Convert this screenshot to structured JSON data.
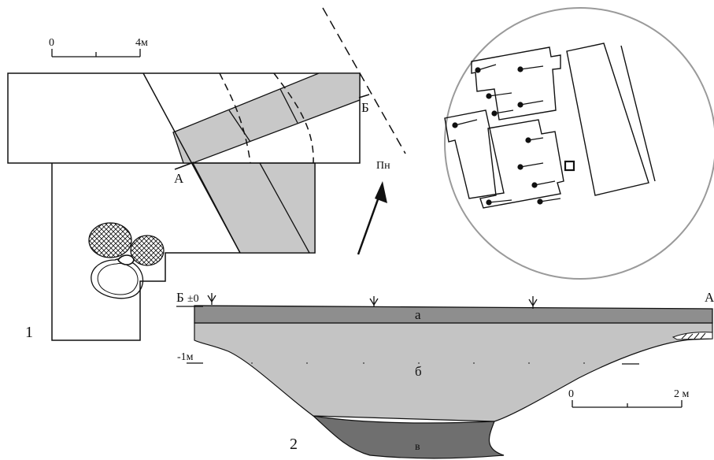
{
  "figure_number_1": "1",
  "figure_number_2": "2",
  "plan": {
    "scale": {
      "start": "0",
      "end": "4м"
    },
    "section_label_a": "А",
    "section_label_b": "Б",
    "north_label": "Пн"
  },
  "profile": {
    "left_label": "Б",
    "right_label": "А",
    "zero_mark": "±0",
    "depth_mark": "-1м",
    "layer_a": "а",
    "layer_b": "б",
    "layer_c": "в",
    "scale": {
      "start": "0",
      "end": "2 м"
    }
  },
  "colors": {
    "trench_fill": "#c8c8c8",
    "layer_a": "#8e8e8e",
    "layer_b": "#c4c4c4",
    "layer_c": "#6f6f6f",
    "line": "#111111"
  }
}
